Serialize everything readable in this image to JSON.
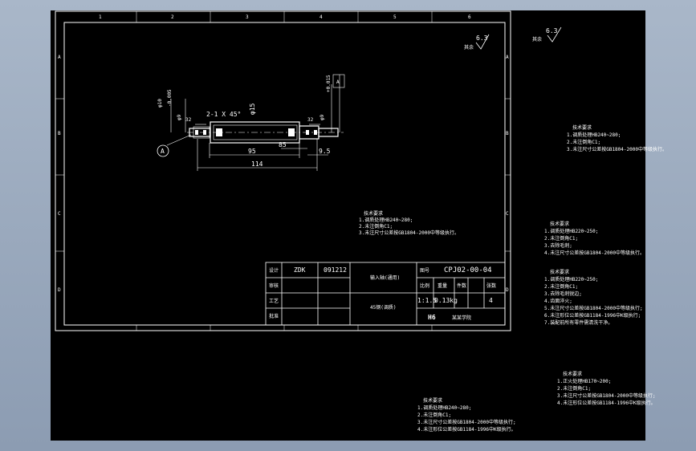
{
  "drawing": {
    "surface_roughness": "6.3",
    "surface_roughness_note": "其余",
    "datum": "A",
    "dims": {
      "chamfer": "2-1 X 45°",
      "shaft_dia": "φ15",
      "left_dia_top": "φ10",
      "left_dia_tol": "-0.005",
      "left_dia_b": "φ9",
      "right_dia": "φ9",
      "right_dia_tol": "+0.015",
      "len_32_left": "32",
      "len_32_right": "32",
      "len_85": "85",
      "len_95": "95",
      "len_95b": "9.5",
      "len_114": "114"
    },
    "grid_cols": [
      "1",
      "2",
      "3",
      "4",
      "5",
      "6"
    ],
    "grid_rows": [
      "A",
      "B",
      "C",
      "D"
    ]
  },
  "title_block": {
    "r1": [
      "设计",
      "ZDK",
      "091212"
    ],
    "r2": [
      "审核"
    ],
    "r3": [
      "工艺"
    ],
    "r4": [
      "批准"
    ],
    "part_name": "输入轴(通用)",
    "material": "45钢(调质)",
    "code_label": "图号",
    "code": "CPJ02-00-04",
    "scale_label": "比例",
    "weight_label": "重量",
    "count_label": "件数",
    "sheet_label": "张数",
    "scale": "1:1.5",
    "weight": "0.13kg",
    "count": "4",
    "school": "某某学院"
  },
  "notes": {
    "title": "技术要求",
    "block_a": [
      "1.调质处理HB240~280;",
      "2.未注倒角C1;",
      "3.未注尺寸公差按GB1804-2000中等级执行。"
    ],
    "block_b": [
      "1.调质处理HB240~280;",
      "2.未注倒角C1;",
      "3.未注尺寸公差按GB1804-2000中等级执行。"
    ],
    "block_c": [
      "1.调质处理HB220~250;",
      "2.未注倒角C1;",
      "3.去除毛刺;",
      "4.未注尺寸公差按GB1804-2000中等级执行。"
    ],
    "block_d": [
      "1.调质处理HB220~250;",
      "2.未注倒角C1;",
      "3.去除毛刺锐边;",
      "4.齿面淬火;",
      "5.未注尺寸公差按GB1804-2000中等级执行;",
      "6.未注形位公差按GB1184-1996中K级执行;",
      "7.装配前所有零件需清洗干净。"
    ],
    "block_e": [
      "1.正火处理HB170~200;",
      "2.未注倒角C1;",
      "3.未注尺寸公差按GB1804-2000中等级执行;",
      "4.未注形位公差按GB1184-1996中K级执行。"
    ],
    "block_f": [
      "1.调质处理HB240~280;",
      "2.未注倒角C1;",
      "3.未注尺寸公差按GB1804-2000中等级执行;",
      "4.未注形位公差按GB1184-1996中K级执行。"
    ]
  }
}
